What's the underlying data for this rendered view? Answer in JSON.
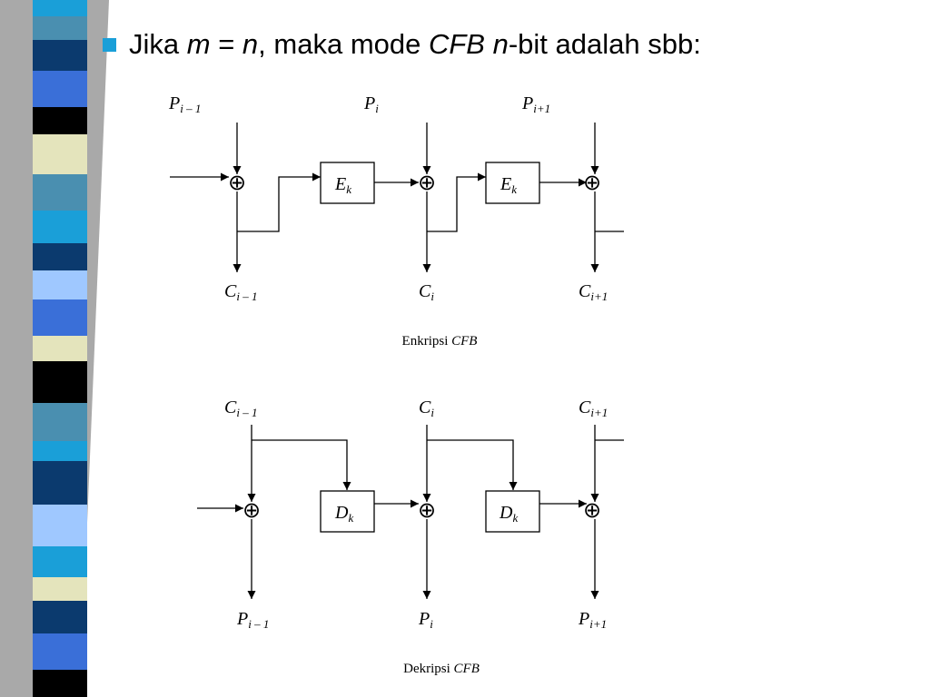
{
  "slide": {
    "accent_color": "#1a9fd8",
    "bullet": {
      "prefix": "Jika ",
      "var_m": "m",
      "equals": " = ",
      "var_n": "n",
      "middle": ", maka mode ",
      "cfb": "CFB",
      "space": " ",
      "var_n2": "n",
      "suffix": "-bit adalah sbb:"
    }
  },
  "diagram": {
    "encryption": {
      "caption_prefix": "Enkripsi ",
      "caption_mode": "CFB",
      "inputs": [
        {
          "base": "P",
          "sub": "i – 1"
        },
        {
          "base": "P",
          "sub": "i"
        },
        {
          "base": "P",
          "sub": "i+1"
        }
      ],
      "outputs": [
        {
          "base": "C",
          "sub": "i – 1"
        },
        {
          "base": "C",
          "sub": "i"
        },
        {
          "base": "C",
          "sub": "i+1"
        }
      ],
      "boxes": [
        {
          "base": "E",
          "sub": "k"
        },
        {
          "base": "E",
          "sub": "k"
        }
      ],
      "xor_symbol": "⊕"
    },
    "decryption": {
      "caption_prefix": "Dekripsi ",
      "caption_mode": "CFB",
      "inputs": [
        {
          "base": "C",
          "sub": "i – 1"
        },
        {
          "base": "C",
          "sub": "i"
        },
        {
          "base": "C",
          "sub": "i+1"
        }
      ],
      "outputs": [
        {
          "base": "P",
          "sub": "i – 1"
        },
        {
          "base": "P",
          "sub": "i"
        },
        {
          "base": "P",
          "sub": "i+1"
        }
      ],
      "boxes": [
        {
          "base": "D",
          "sub": "k"
        },
        {
          "base": "D",
          "sub": "k"
        }
      ],
      "xor_symbol": "⊕"
    }
  }
}
